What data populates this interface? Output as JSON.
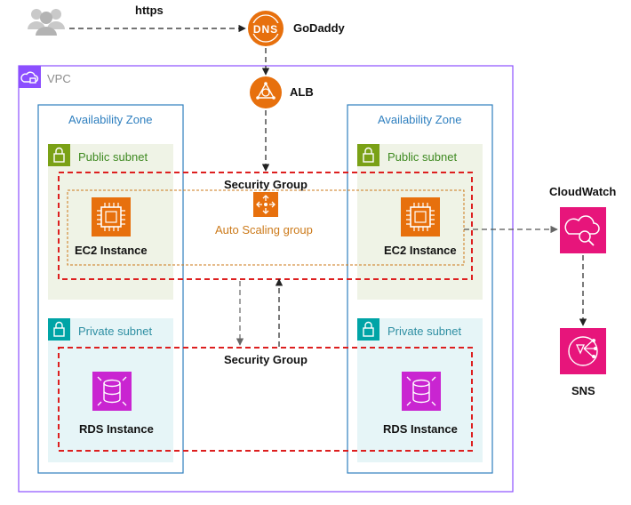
{
  "top": {
    "protocol_label": "https",
    "dns_label": "GoDaddy",
    "dns_icon_text": "DNS",
    "alb_label": "ALB"
  },
  "vpc": {
    "label": "VPC"
  },
  "zones": [
    {
      "label": "Availability Zone",
      "public_subnet": "Public subnet",
      "private_subnet": "Private subnet",
      "ec2_label": "EC2 Instance",
      "rds_label": "RDS Instance"
    },
    {
      "label": "Availability Zone",
      "public_subnet": "Public subnet",
      "private_subnet": "Private subnet",
      "ec2_label": "EC2 Instance",
      "rds_label": "RDS Instance"
    }
  ],
  "security_groups": {
    "public": "Security Group",
    "private": "Security Group"
  },
  "auto_scaling": {
    "label": "Auto Scaling group"
  },
  "monitoring": {
    "cloudwatch_label": "CloudWatch",
    "sns_label": "SNS"
  },
  "colors": {
    "vpc_border": "#8c4fff",
    "az_border": "#2e7fbf",
    "public_subnet_fill": "#eff3e6",
    "public_subnet_accent": "#7aa116",
    "private_subnet_fill": "#e6f5f7",
    "private_subnet_accent": "#00a4a6",
    "security_group": "#dd1f1f",
    "auto_scaling": "#cc7a1a",
    "ec2": "#e7700d",
    "rds": "#c925d1",
    "management": "#e7157b",
    "dns": "#e7700d"
  }
}
